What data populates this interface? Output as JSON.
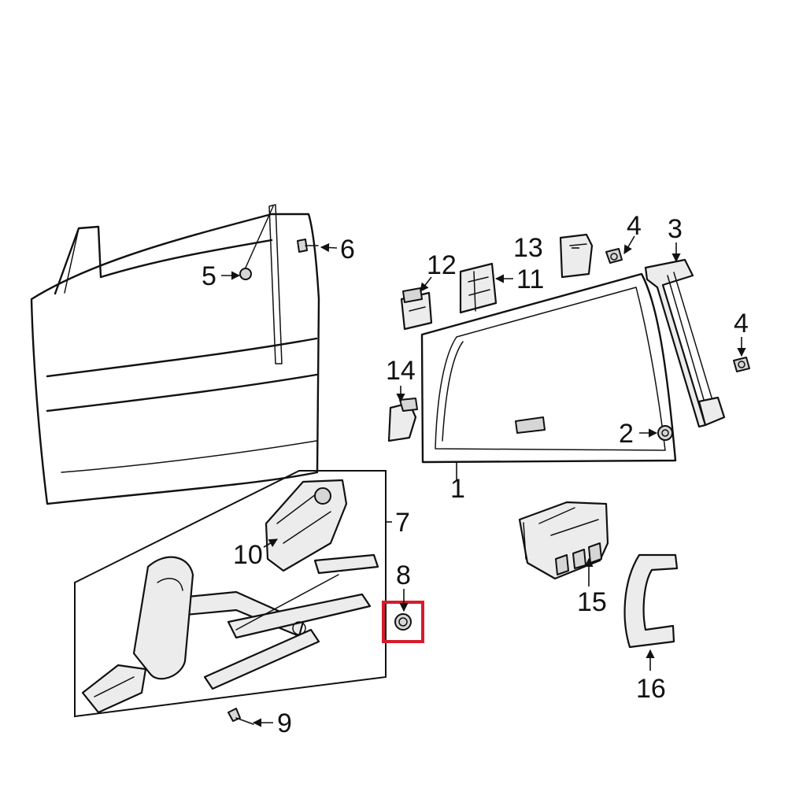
{
  "callouts": {
    "c1": "1",
    "c2": "2",
    "c3": "3",
    "c4a": "4",
    "c4b": "4",
    "c5": "5",
    "c6": "6",
    "c7": "7",
    "c8": "8",
    "c9": "9",
    "c10": "10",
    "c11": "11",
    "c12": "12",
    "c13": "13",
    "c14": "14",
    "c15": "15",
    "c16": "16"
  },
  "highlight": {
    "part": "8",
    "color": "#d61c2b"
  }
}
